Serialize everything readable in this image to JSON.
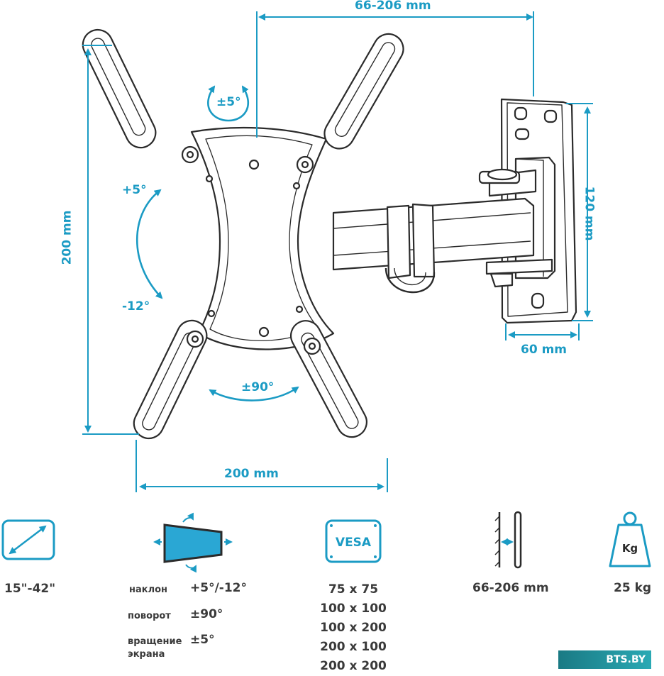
{
  "dimensions": {
    "wall_span": "66-206 mm",
    "vesa_height": "200 mm",
    "vesa_width": "200 mm",
    "plate_height": "120 mm",
    "plate_width": "60 mm"
  },
  "angles": {
    "rotate_small": "±5°",
    "tilt_up": "+5°",
    "tilt_down": "-12°",
    "swivel": "±90°"
  },
  "icons": {
    "screen_size_icon": "diagonal-arrow-icon",
    "adjust_icon": "tilt-swivel-icon",
    "vesa_icon": "vesa-icon",
    "vesa_icon_text": "VESA",
    "wall_distance_icon": "wall-distance-icon",
    "weight_icon": "weight-icon",
    "weight_icon_text": "Kg"
  },
  "specs": {
    "screen_size": "15\"-42\"",
    "tilt_label": "наклон",
    "tilt_value": "+5°/-12°",
    "swivel_label": "поворот",
    "swivel_value": "±90°",
    "rotation_label_1": "вращение",
    "rotation_label_2": "экрана",
    "rotation_value": "±5°",
    "vesa_list": [
      "75 x 75",
      "100 x 100",
      "100 x 200",
      "200 x 100",
      "200 x 200"
    ],
    "wall_distance": "66-206 mm",
    "max_load": "25 kg"
  },
  "watermark": "BTS.BY",
  "colors": {
    "accent": "#1b9bc4",
    "outline": "#2b2b2b",
    "text": "#3a3a3a"
  }
}
